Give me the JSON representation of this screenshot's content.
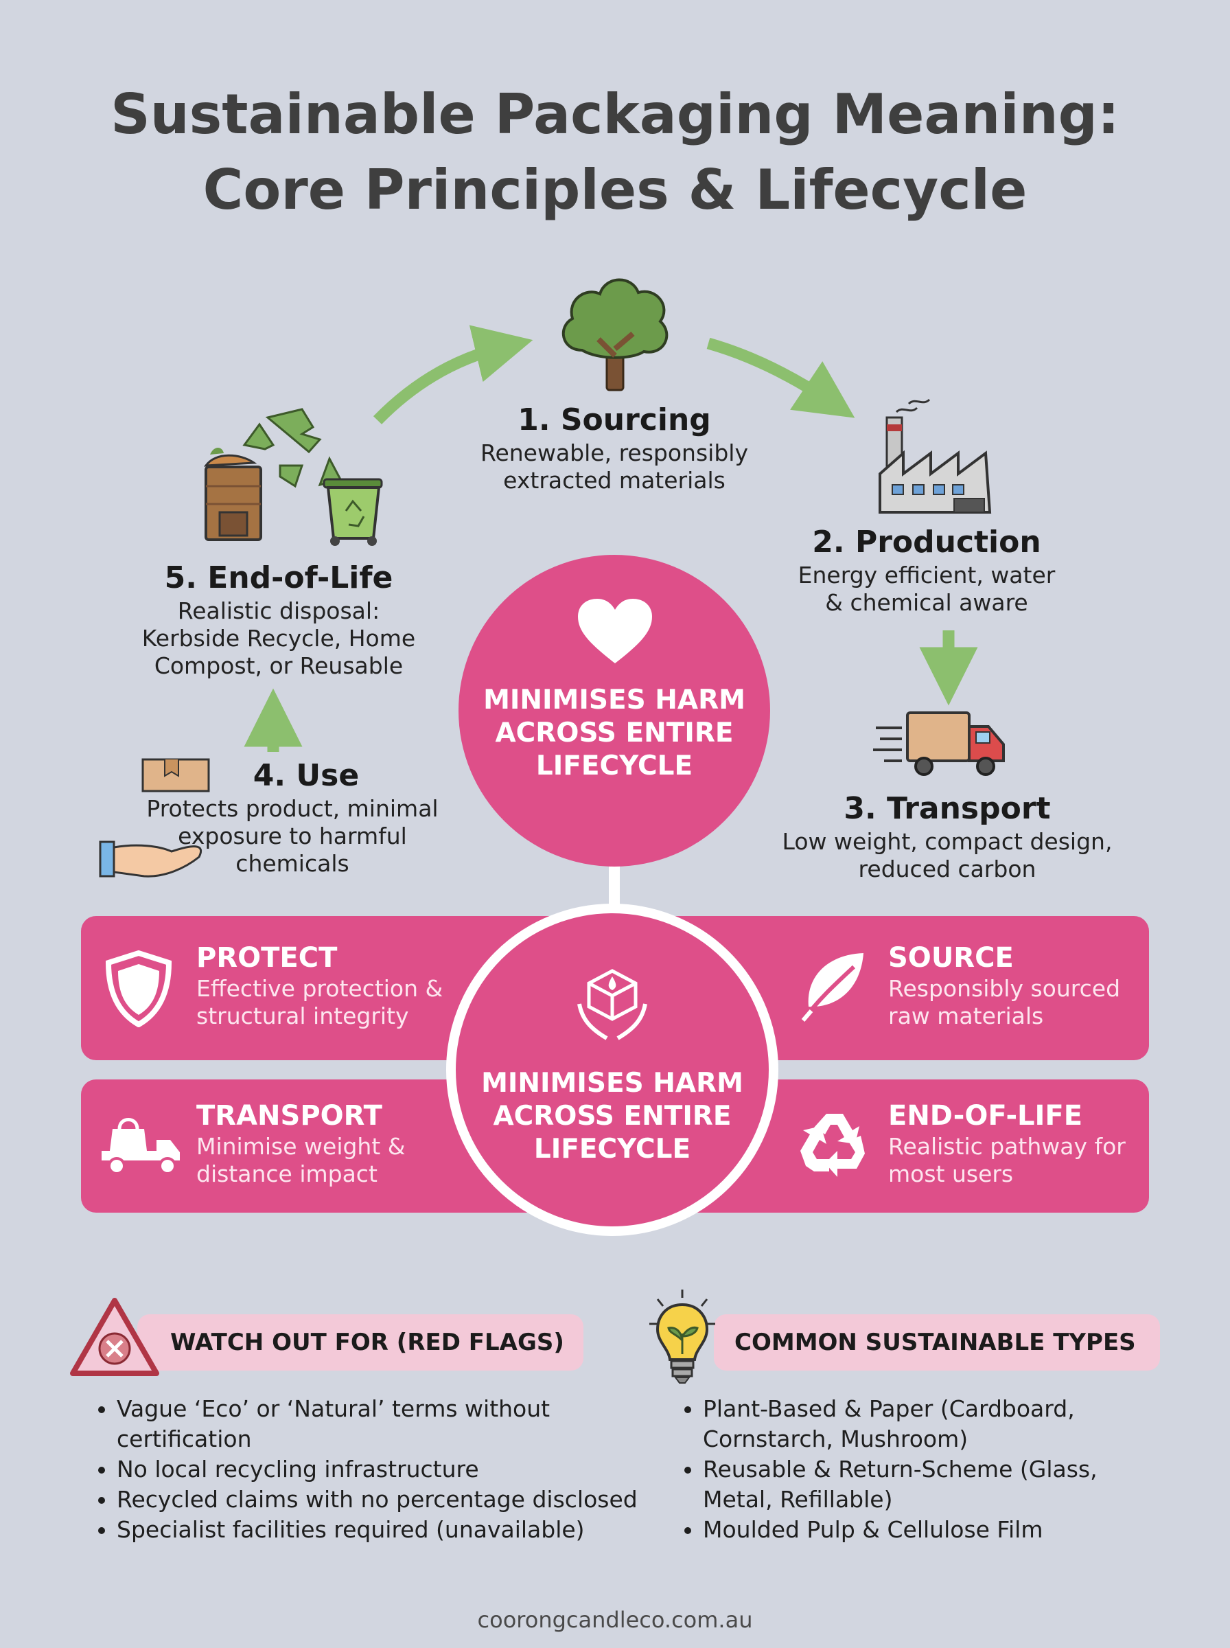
{
  "title": {
    "line1": "Sustainable Packaging Meaning:",
    "line2": "Core Principles & Lifecycle"
  },
  "lifecycle": {
    "sourcing": {
      "title": "1. Sourcing",
      "desc1": "Renewable, responsibly",
      "desc2": "extracted materials",
      "icon": "tree-icon"
    },
    "production": {
      "title": "2. Production",
      "desc1": "Energy efficient, water",
      "desc2": "& chemical aware",
      "icon": "factory-icon"
    },
    "transport": {
      "title": "3. Transport",
      "desc1": "Low weight, compact design,",
      "desc2": "reduced carbon",
      "icon": "delivery-truck-icon"
    },
    "use": {
      "title": "4. Use",
      "desc1": "Protects product, minimal",
      "desc2": "exposure to harmful",
      "desc3": "chemicals",
      "icon": "box-in-hand-icon"
    },
    "end_of_life": {
      "title": "5. End-of-Life",
      "desc1": "Realistic disposal:",
      "desc2": "Kerbside Recycle, Home",
      "desc3": "Compost, or Reusable",
      "icon": "recycle-bins-icon"
    }
  },
  "center_top": {
    "line1": "MINIMISES HARM",
    "line2": "ACROSS ENTIRE",
    "line3": "LIFECYCLE",
    "icon": "heart-icon"
  },
  "center_bottom": {
    "line1": "MINIMISES HARM",
    "line2": "ACROSS ENTIRE",
    "line3": "LIFECYCLE",
    "icon": "package-in-hands-icon"
  },
  "pillars": {
    "protect": {
      "title": "PROTECT",
      "desc1": "Effective protection &",
      "desc2": "structural integrity",
      "icon": "shield-icon"
    },
    "source": {
      "title": "SOURCE",
      "desc1": "Responsibly sourced",
      "desc2": "raw materials",
      "icon": "leaf-icon"
    },
    "transport": {
      "title": "TRANSPORT",
      "desc1": "Minimise weight &",
      "desc2": "distance impact",
      "icon": "truck-icon"
    },
    "end_of_life": {
      "title": "END-OF-LIFE",
      "desc1": "Realistic pathway for",
      "desc2": "most users",
      "icon": "recycle-icon"
    }
  },
  "red_flags": {
    "heading": "WATCH OUT FOR (RED FLAGS)",
    "icon": "warning-triangle-icon",
    "items": [
      {
        "l1": "Vague ‘Eco’ or ‘Natural’ terms without",
        "l2": "certification"
      },
      {
        "l1": "No local recycling infrastructure"
      },
      {
        "l1": "Recycled claims with no percentage disclosed"
      },
      {
        "l1": "Specialist facilities required (unavailable)"
      }
    ]
  },
  "types": {
    "heading": "COMMON SUSTAINABLE TYPES",
    "icon": "lightbulb-plant-icon",
    "items": [
      {
        "l1": "Plant-Based & Paper (Cardboard,",
        "l2": "Cornstarch, Mushroom)"
      },
      {
        "l1": "Reusable & Return-Scheme (Glass,",
        "l2": "Metal, Refillable)"
      },
      {
        "l1": "Moulded Pulp & Cellulose Film"
      }
    ]
  },
  "footer": "coorongcandleco.com.au",
  "colors": {
    "pink": "#de4f89",
    "arrow_green": "#8cbf6e",
    "background": "#d2d6e0"
  }
}
